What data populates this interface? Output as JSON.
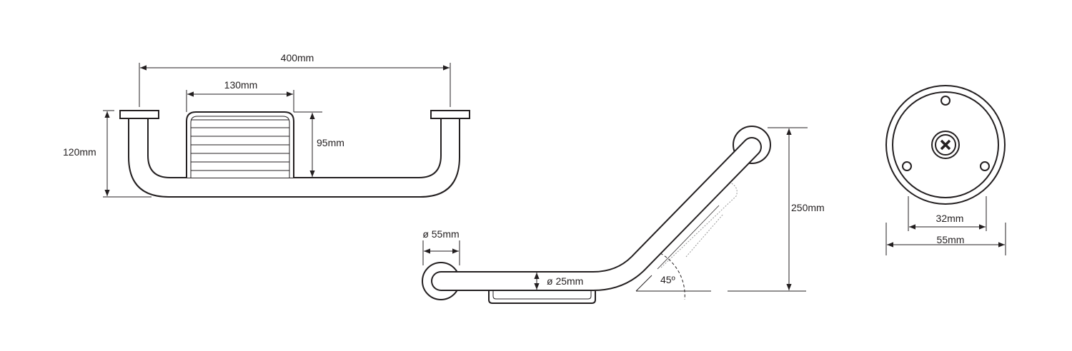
{
  "front_view": {
    "overall_width": "400mm",
    "basket_width": "130mm",
    "basket_height": "95mm",
    "overall_height": "120mm"
  },
  "side_view": {
    "flange_diameter": "ø 55mm",
    "tube_diameter": "ø 25mm",
    "angle": "45º",
    "height": "250mm"
  },
  "flange_view": {
    "hole_spacing": "32mm",
    "flange_diameter": "55mm"
  },
  "colors": {
    "line": "#231f20",
    "background": "#ffffff"
  }
}
